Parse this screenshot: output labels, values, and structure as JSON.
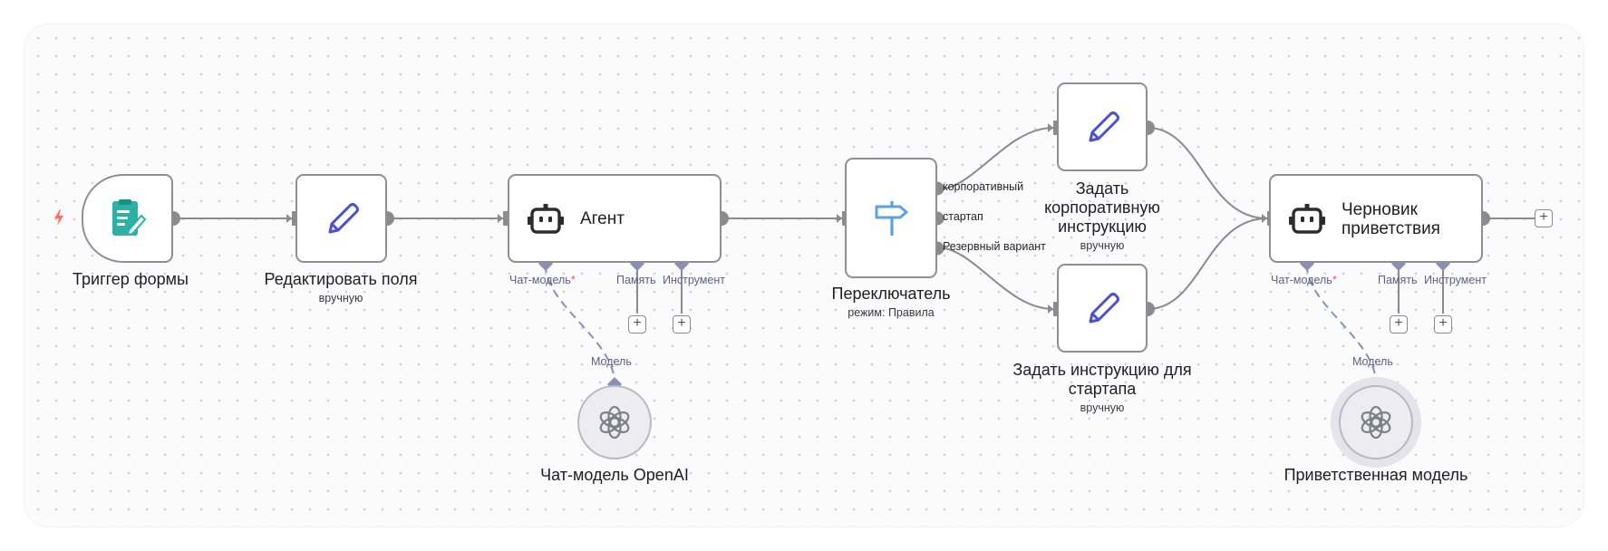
{
  "nodes": {
    "trigger": {
      "label": "Триггер формы"
    },
    "edit_fields": {
      "label": "Редактировать поля",
      "sublabel": "вручную"
    },
    "agent": {
      "title": "Агент",
      "ports": {
        "chat_model": "Чат-модель",
        "required_mark": "*",
        "memory": "Память",
        "tool": "Инструмент"
      }
    },
    "switch": {
      "label": "Переключатель",
      "sublabel": "режим: Правила",
      "outputs": [
        "корпоративный",
        "стартап",
        "Резервный вариант"
      ]
    },
    "corporate": {
      "label_line1": "Задать",
      "label_line2": "корпоративную",
      "label_line3": "инструкцию",
      "sublabel": "вручную"
    },
    "startup": {
      "label_line1": "Задать инструкцию для",
      "label_line2": "стартапа",
      "sublabel": "вручную"
    },
    "draft": {
      "title_line1": "Черновик",
      "title_line2": "приветствия",
      "ports": {
        "chat_model": "Чат-модель",
        "required_mark": "*",
        "memory": "Память",
        "tool": "Инструмент"
      }
    },
    "openai_model": {
      "port": "Модель",
      "label": "Чат-модель OpenAI"
    },
    "greeting_model": {
      "port": "Модель",
      "label": "Приветственная модель"
    }
  },
  "controls": {
    "plus": "+"
  },
  "colors": {
    "wire": "#8a8a8f",
    "ai_port": "#8a8fb8",
    "pen": "#4b4fd8",
    "form_icon": "#2ab2a6",
    "switch_icon": "#5aa3e0",
    "bolt": "#ff6d5a"
  },
  "icons": {
    "trigger": "form-icon",
    "edit": "pen-icon",
    "agent": "robot-icon",
    "switch": "signpost-icon",
    "model": "openai-icon",
    "start": "lightning-icon"
  }
}
